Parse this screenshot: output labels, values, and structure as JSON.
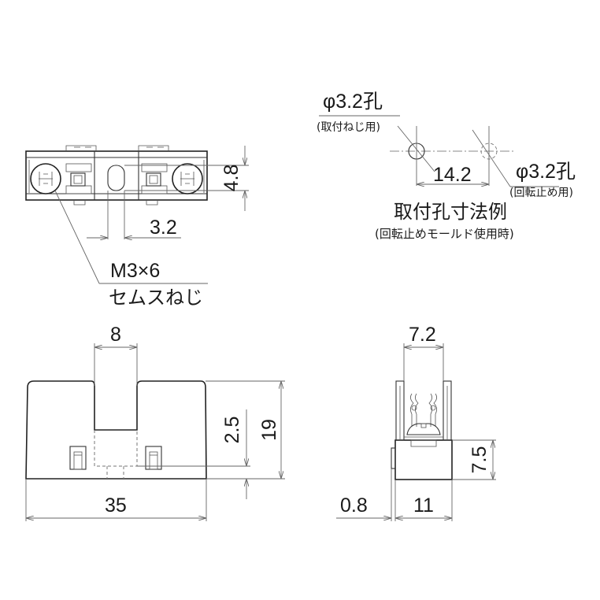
{
  "drawing": {
    "top_view": {
      "dim_height": "4.8",
      "dim_slot_width": "3.2",
      "screw_label_line1": "M3×6",
      "screw_label_line2": "セムスねじ"
    },
    "mounting_hole_example": {
      "hole1_label": "φ3.2孔",
      "hole1_note": "(取付ねじ用)",
      "hole_spacing": "14.2",
      "hole2_label": "φ3.2孔",
      "hole2_note": "(回転止め用)",
      "title": "取付孔寸法例",
      "subtitle": "(回転止めモールド使用時)"
    },
    "front_view": {
      "dim_slot_width": "8",
      "dim_height": "19",
      "dim_slot_offset": "2.5",
      "dim_width": "35"
    },
    "side_view": {
      "dim_top_width": "7.2",
      "dim_base_height": "7.5",
      "dim_boss": "0.8",
      "dim_depth": "11"
    }
  }
}
